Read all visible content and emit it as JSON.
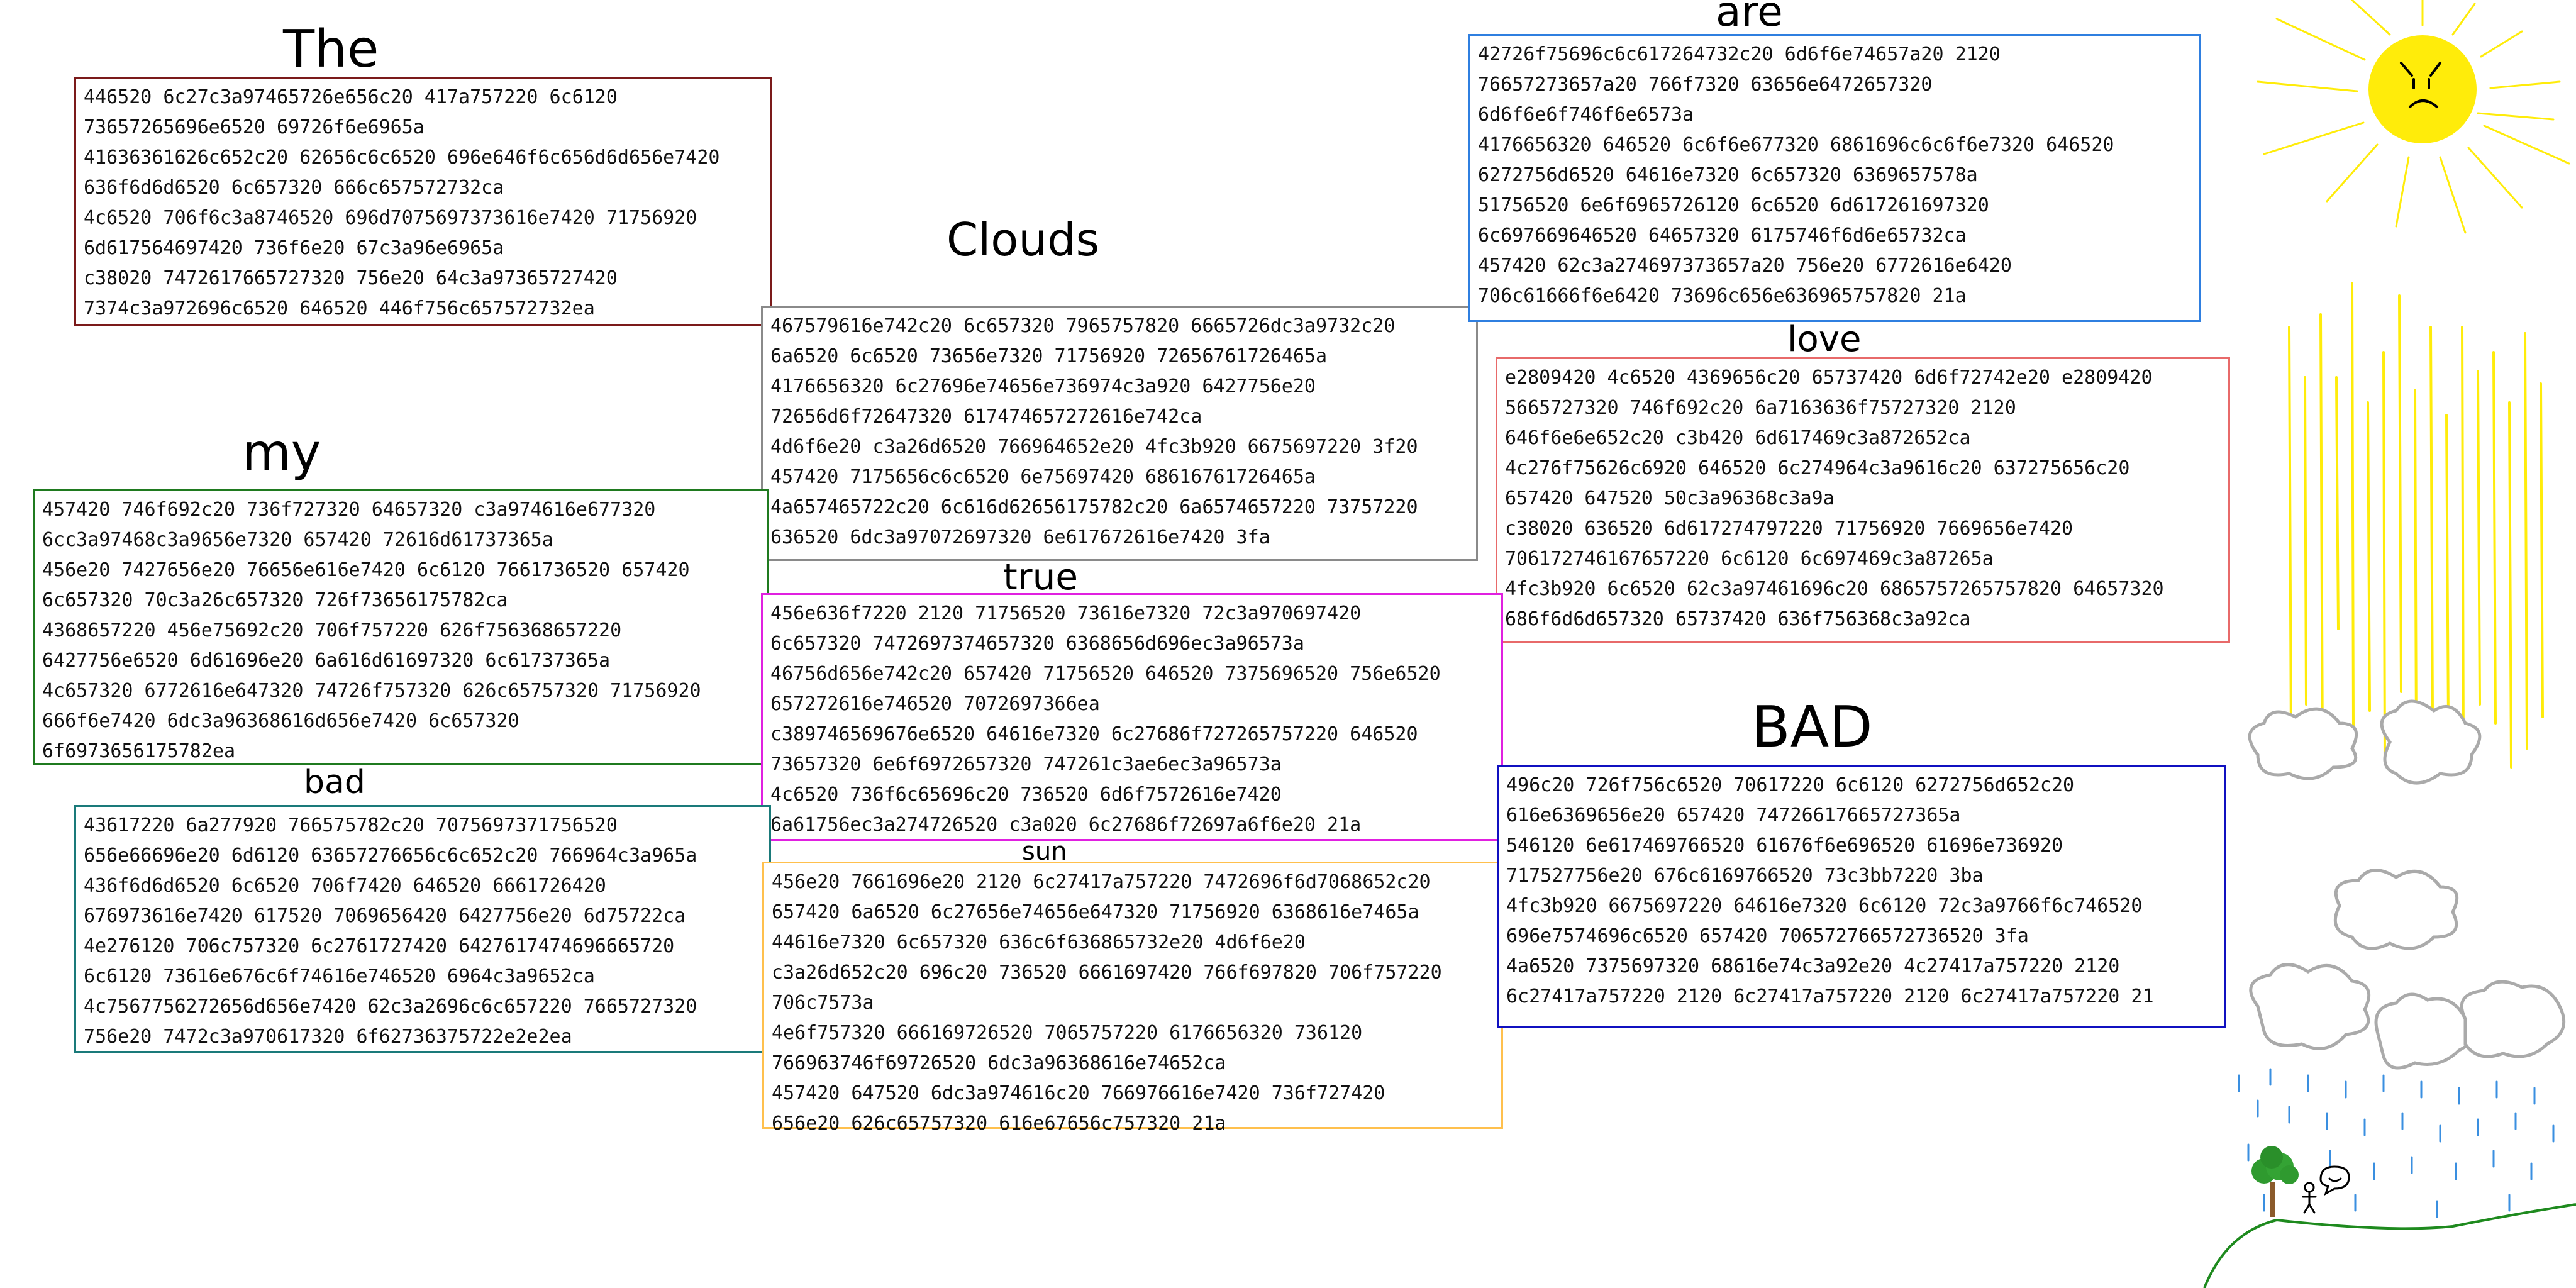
{
  "titles": {
    "the": "The",
    "clouds": "Clouds",
    "are": "are",
    "love": "love",
    "my": "my",
    "true": "true",
    "bad": "bad",
    "sun": "sun",
    "bad_caps": "BAD"
  },
  "blocks": {
    "the": {
      "color": "#7b1a1a",
      "lines": [
        "446520 6c27c3a97465726e656c20 417a757220 6c6120",
        "73657265696e6520 69726f6e6965a",
        "41636361626c652c20 62656c6c6520 696e646f6c656d6d656e7420",
        "636f6d6d6520 6c657320 666c657572732ca",
        "4c6520 706f6c3a8746520 696d7075697373616e7420 71756920",
        "6d617564697420 736f6e20 67c3a96e6965a",
        "c38020 7472617665727320 756e20 64c3a97365727420",
        "7374c3a972696c6520 646520 446f756c657572732ea"
      ]
    },
    "clouds": {
      "color": "#8a8a8a",
      "lines": [
        "467579616e742c20 6c657320 7965757820 6665726dc3a9732c20",
        "6a6520 6c6520 73656e7320 71756920 72656761726465a",
        "4176656320 6c27696e74656e736974c3a920 6427756e20",
        "72656d6f72647320 617474657272616e742ca",
        "4d6f6e20 c3a26d6520 766964652e20 4fc3b920 6675697220 3f20",
        "457420 7175656c6c6520 6e75697420 68616761726465a",
        "4a657465722c20 6c616d62656175782c20 6a6574657220 73757220",
        "636520 6dc3a97072697320 6e617672616e7420 3fa"
      ]
    },
    "are": {
      "color": "#2f7fe0",
      "lines": [
        "42726f75696c6c617264732c20 6d6f6e74657a20 2120",
        "76657273657a20 766f7320 63656e6472657320",
        "6d6f6e6f746f6e6573a",
        "4176656320 646520 6c6f6e677320 6861696c6c6f6e7320 646520",
        "6272756d6520 64616e7320 6c657320 6369657578a",
        "51756520 6e6f6965726120 6c6520 6d617261697320",
        "6c697669646520 64657320 6175746f6d6e65732ca",
        "457420 62c3a274697373657a20 756e20 6772616e6420",
        "706c61666f6e6420 73696c656e636965757820 21a"
      ]
    },
    "love": {
      "color": "#e86a6a",
      "lines": [
        "e2809420 4c6520 4369656c20 65737420 6d6f72742e20 e2809420",
        "5665727320 746f692c20 6a7163636f75727320 2120",
        "646f6e6e652c20 c3b420 6d617469c3a872652ca",
        "4c276f75626c6920 646520 6c274964c3a9616c20 637275656c20",
        "657420 647520 50c3a96368c3a9a",
        "c38020 636520 6d617274797220 71756920 7669656e7420",
        "706172746167657220 6c6120 6c697469c3a87265a",
        "4fc3b920 6c6520 62c3a97461696c20 6865757265757820 64657320",
        "686f6d6d657320 65737420 636f756368c3a92ca"
      ]
    },
    "my": {
      "color": "#1f7a1f",
      "lines": [
        "457420 746f692c20 736f727320 64657320 c3a974616e677320",
        "6cc3a97468c3a9656e7320 657420 72616d61737365a",
        "456e20 7427656e20 76656e616e7420 6c6120 7661736520 657420",
        "6c657320 70c3a26c657320 726f73656175782ca",
        "4368657220 456e75692c20 706f757220 626f756368657220",
        "6427756e6520 6d61696e20 6a616d61697320 6c61737365a",
        "4c657320 6772616e647320 74726f757320 626c65757320 71756920",
        "666f6e7420 6dc3a96368616d656e7420 6c657320",
        "6f6973656175782ea"
      ]
    },
    "true": {
      "color": "#e020e0",
      "lines": [
        "456e636f7220 2120 71756520 73616e7320 72c3a970697420",
        "6c657320 7472697374657320 6368656d696ec3a96573a",
        "46756d656e742c20 657420 71756520 646520 7375696520 756e6520",
        "657272616e746520 7072697366ea",
        "c389746569676e6520 64616e7320 6c27686f727265757220 646520",
        "73657320 6e6f6972657320 747261c3ae6ec3a96573a",
        "4c6520 736f6c65696c20 736520 6d6f7572616e7420",
        "6a61756ec3a274726520 c3a020 6c27686f72697a6f6e20 21a"
      ]
    },
    "bad": {
      "color": "#1a7a7a",
      "lines": [
        "43617220 6a277920 766575782c20 7075697371756520",
        "656e66696e20 6d6120 63657276656c6c652c20 766964c3a965a",
        "436f6d6d6520 6c6520 706f7420 646520 6661726420",
        "676973616e7420 617520 7069656420 6427756e20 6d75722ca",
        "4e276120 706c757320 6c2761727420 6427617474696665720",
        "6c6120 73616e676c6f74616e746520 6964c3a9652ca",
        "4c7567756272656d656e7420 62c3a2696c6c657220 7665727320",
        "756e20 7472c3a970617320 6f62736375722e2e2ea"
      ]
    },
    "sun": {
      "color": "#ffc04d",
      "lines": [
        "456e20 7661696e20 2120 6c27417a757220 7472696f6d7068652c20",
        "657420 6a6520 6c27656e74656e647320 71756920 6368616e7465a",
        "44616e7320 6c657320 636c6f636865732e20 4d6f6e20",
        "c3a26d652c20 696c20 736520 6661697420 766f697820 706f757220",
        "706c7573a",
        "4e6f757320 666169726520 7065757220 6176656320 736120",
        "766963746f69726520 6dc3a96368616e74652ca",
        "457420 647520 6dc3a974616c20 766976616e7420 736f727420",
        "656e20 626c65757320 616e67656c757320 21a"
      ]
    },
    "bad_caps": {
      "color": "#1010c0",
      "lines": [
        "496c20 726f756c6520 70617220 6c6120 6272756d652c20",
        "616e6369656e20 657420 74726617665727365a",
        "546120 6e617469766520 61676f6e696520 61696e736920",
        "717527756e20 676c6169766520 73c3bb7220 3ba",
        "4fc3b920 6675697220 64616e7320 6c6120 72c3a9766f6c746520",
        "696e7574696c6520 657420 706572766572736520 3fa",
        "4a6520 7375697320 68616e74c3a92e20 4c27417a757220 2120",
        "6c27417a757220 2120 6c27417a757220 2120 6c27417a757220 21"
      ]
    }
  }
}
